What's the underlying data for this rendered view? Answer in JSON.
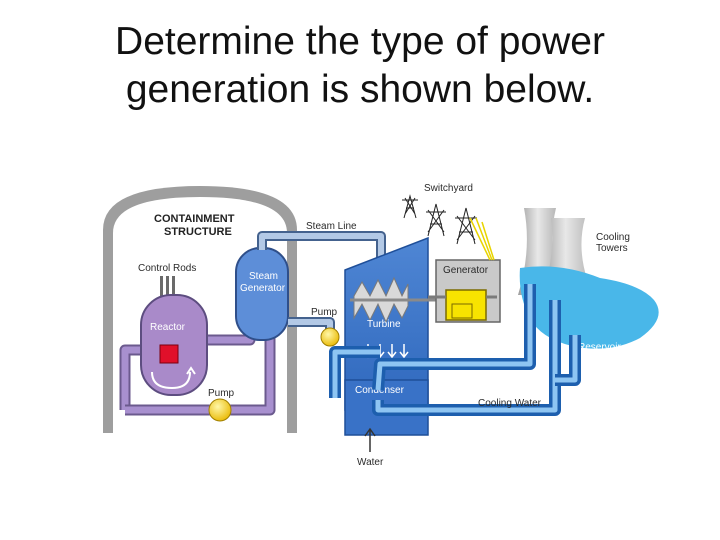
{
  "slide": {
    "title_line1": "Determine the type of power",
    "title_line2": "generation is shown below."
  },
  "diagram": {
    "containment_line1": "CONTAINMENT",
    "containment_line2": "STRUCTURE",
    "control_rods": "Control Rods",
    "reactor": "Reactor",
    "steam_generator_line1": "Steam",
    "steam_generator_line2": "Generator",
    "steam_line": "Steam Line",
    "switchyard": "Switchyard",
    "generator": "Generator",
    "cooling_towers_line1": "Cooling",
    "cooling_towers_line2": "Towers",
    "pump_upper": "Pump",
    "pump_lower": "Pump",
    "turbine": "Turbine",
    "reservoir": "Reservoir",
    "condenser": "Condenser",
    "cooling_water": "Cooling Water",
    "water": "Water"
  },
  "colors": {
    "containment": "#9e9e9e",
    "reactor_purple": "#a98ac9",
    "reactor_pipe": "#9e86c2",
    "steam_pipe": "#9fb9dc",
    "turbine_blue": "#3d76c9",
    "cooling_pipe": "#2e80d6",
    "pump_yellow": "#f2c700",
    "generator_yellow": "#f7e300",
    "reservoir_blue": "#49b7e9",
    "tower_gray": "#c8c8c8"
  }
}
